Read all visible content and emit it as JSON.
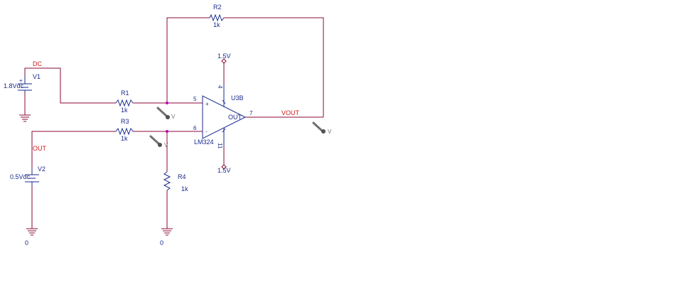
{
  "resistors": {
    "r1": {
      "ref": "R1",
      "value": "1k"
    },
    "r2": {
      "ref": "R2",
      "value": "1k"
    },
    "r3": {
      "ref": "R3",
      "value": "1k"
    },
    "r4": {
      "ref": "R4",
      "value": "1k"
    }
  },
  "sources": {
    "v1": {
      "ref": "V1",
      "value": "1.8Vdc"
    },
    "v2": {
      "ref": "V2",
      "value": "0.5Vdc"
    }
  },
  "opamp": {
    "ref": "U3B",
    "part": "LM324",
    "out_label": "OUT",
    "pin_plus": "5",
    "pin_minus": "6",
    "pin_out": "7",
    "pin_vpos": "4",
    "pin_vneg": "11",
    "sign_plus": "+",
    "sign_minus": "-"
  },
  "power": {
    "top": "1.5V",
    "bottom": "1.5V"
  },
  "nets": {
    "dc": "DC",
    "out": "OUT",
    "vout": "VOUT"
  },
  "grounds": {
    "g2": "0",
    "g3": "0"
  },
  "probe_label": "V",
  "colors": {
    "wire": "#8b0a3a",
    "component": "#1a2a8c",
    "net_label": "#d01818",
    "junction": "#c000c0"
  }
}
